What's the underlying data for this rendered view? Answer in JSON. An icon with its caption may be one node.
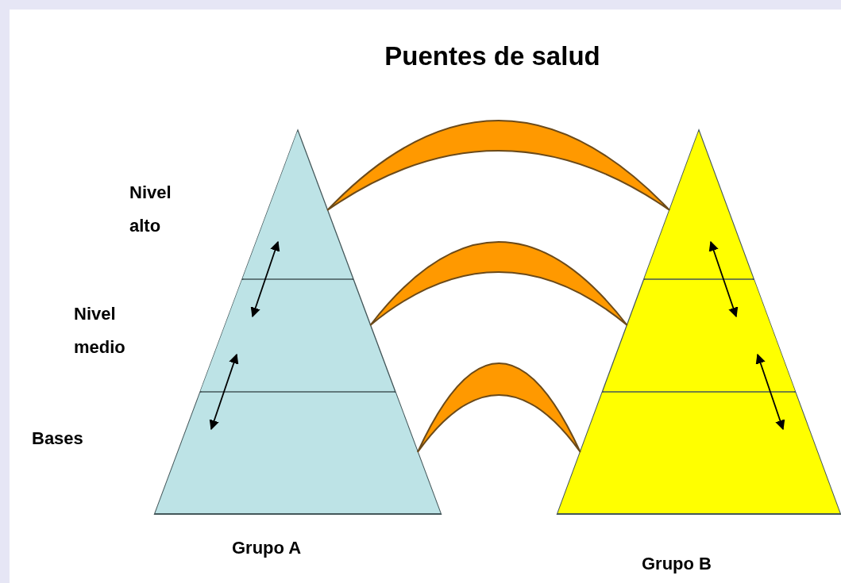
{
  "diagram": {
    "title": "Puentes de salud",
    "nodes": [
      {
        "text": [
          "Grupo A"
        ]
      },
      {
        "text": [
          "Grupo B"
        ]
      },
      {
        "text": [],
        "shape": "band",
        "in": 0
      },
      {
        "text": [],
        "shape": "band",
        "in": 0
      },
      {
        "text": [],
        "shape": "band",
        "in": 0
      },
      {
        "text": [],
        "shape": "band",
        "in": 1
      },
      {
        "text": [],
        "shape": "band",
        "in": 1
      },
      {
        "text": [],
        "shape": "band",
        "in": 1
      }
    ],
    "edges": [
      {
        "from": 2,
        "to": 5,
        "arrow": "none",
        "style": "thick",
        "color": "#ff9900"
      },
      {
        "from": 3,
        "to": 6,
        "arrow": "none",
        "style": "thick",
        "color": "#ff9900"
      },
      {
        "from": 4,
        "to": 7,
        "arrow": "none",
        "style": "thick",
        "color": "#ff9900"
      },
      {
        "from": 2,
        "to": 3,
        "arrow": "both"
      },
      {
        "from": 3,
        "to": 4,
        "arrow": "both"
      },
      {
        "from": 5,
        "to": 6,
        "arrow": "both"
      },
      {
        "from": 6,
        "to": 7,
        "arrow": "both"
      }
    ],
    "labels": [
      "Nivel alto",
      "Nivel medio",
      "Bases"
    ]
  }
}
